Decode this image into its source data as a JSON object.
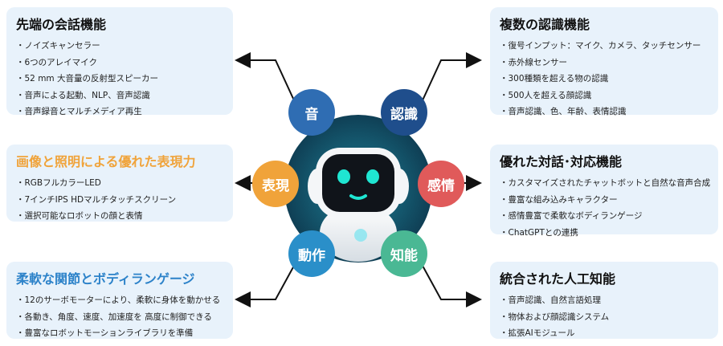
{
  "colors": {
    "box_bg": "#e8f2fb",
    "sound": "#2f6db3",
    "recognition": "#1f4e8c",
    "emotion": "#e05a5a",
    "expression": "#f0a33a",
    "motion": "#2a8fc9",
    "intelligence": "#4ab894",
    "robot_glow": "#00c9b7"
  },
  "center": {
    "sound": "音",
    "recognition": "認識",
    "expression": "表現",
    "emotion": "感情",
    "motion": "動作",
    "intelligence": "知能"
  },
  "boxes": {
    "conversation": {
      "title": "先端の会話機能",
      "items": [
        "ノイズキャンセラー",
        "6つのアレイマイク",
        "52 mm 大音量の反射型スピーカー",
        "音声による起動、NLP、音声認識",
        "音声録音とマルチメディア再生"
      ]
    },
    "recognition": {
      "title": "複数の認識機能",
      "items": [
        "復号インプット：マイク、カメラ、タッチセンサー",
        "赤外線センサー",
        "300種類を超える物の認識",
        "500人を超える顔認識",
        "音声認識、色、年齢、表情認識"
      ]
    },
    "expression": {
      "title": "画像と照明による優れた表現力",
      "items": [
        "RGBフルカラーLED",
        "7インチIPS HDマルチタッチスクリーン",
        "選択可能なロボットの顔と表情"
      ]
    },
    "dialogue": {
      "title": "優れた対話･対応機能",
      "items": [
        "カスタマイズされたチャットボットと自然な音声合成",
        "豊富な組み込みキャラクター",
        "感情豊富で柔軟なボディランゲージ",
        "ChatGPTとの連携"
      ]
    },
    "motion": {
      "title": "柔軟な関節とボディランゲージ",
      "items": [
        "12のサーボモーターにより、柔軟に身体を動かせる",
        "各動き、角度、速度、加速度を 高度に制御できる",
        "豊富なロボットモーションライブラリを準備"
      ]
    },
    "ai": {
      "title": "統合された人工知能",
      "items": [
        "音声認識、自然言語処理",
        "物体および顔認識システム",
        "拡張AIモジュール"
      ]
    }
  }
}
